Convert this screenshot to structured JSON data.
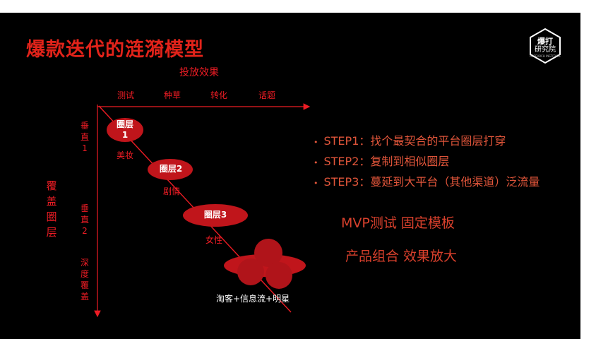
{
  "title": "爆款迭代的涟漪模型",
  "logo": {
    "line1": "爆打",
    "line2": "研究院",
    "line3": "RESEARCH INSTITUTE"
  },
  "top_axis": {
    "label": "投放效果",
    "columns": [
      "测试",
      "种草",
      "转化",
      "话题"
    ]
  },
  "left_axis": {
    "label": "覆盖圈层",
    "levels": [
      "垂直1",
      "垂直2",
      "深度覆盖"
    ]
  },
  "nodes": [
    {
      "label": "圈层1",
      "sub": "美妆"
    },
    {
      "label": "圈层2",
      "sub": "剧情"
    },
    {
      "label": "圈层3",
      "sub": "女性"
    }
  ],
  "ripple_label": "淘客+信息流+明星",
  "steps": [
    "STEP1：找个最契合的平台圈层打穿",
    "STEP2：复制到相似圈层",
    "STEP3：蔓延到大平台（其他渠道）泛流量"
  ],
  "highlights": [
    "MVP测试   固定模板",
    "产品组合  效果放大"
  ],
  "colors": {
    "accent": "#ed1c24",
    "node_fill": "#c0151b",
    "background": "#000000"
  }
}
